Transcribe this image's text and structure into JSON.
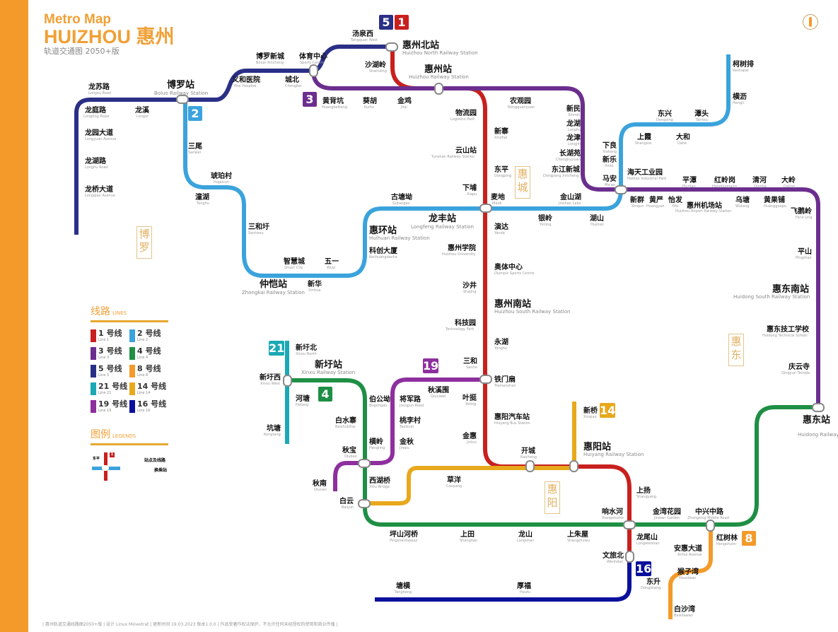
{
  "header": {
    "title_en": "Metro Map",
    "title_city": "HUIZHOU 惠州",
    "subtitle": "轨道交通图 2050+版",
    "compass_icon": "compass-north-icon"
  },
  "colors": {
    "line1": "#c8201e",
    "line2": "#3ba3dc",
    "line3": "#6b2e8e",
    "line4": "#1e8f44",
    "line5": "#2a2f86",
    "line8": "#f39a2b",
    "line21": "#1aa9b5",
    "line14": "#e8a81c",
    "line19": "#8e2f9e",
    "line16": "#0a109c",
    "accent": "#f39a2b"
  },
  "badges": {
    "l5": "5",
    "l1": "1",
    "l2": "2",
    "l3": "3",
    "l4": "4",
    "l21": "21",
    "l19": "19",
    "l14": "14",
    "l16": "16",
    "l8": "8"
  },
  "districts": {
    "huicheng": "惠城",
    "boluo": "博罗",
    "huidong": "惠东",
    "huiyang": "惠阳"
  },
  "stations": {
    "longsulu": {
      "zh": "龙苏路",
      "en": "Longsu Road"
    },
    "boluozhan": {
      "zh": "博罗站",
      "en": "Boluo Railway Station"
    },
    "longtinglu": {
      "zh": "龙庭路",
      "en": "Longting Road"
    },
    "longxi": {
      "zh": "龙溪",
      "en": "Longxi"
    },
    "longyuan": {
      "zh": "龙园大道",
      "en": "Longyuan Avenue"
    },
    "longhulu": {
      "zh": "龙湖路",
      "en": "Longhu Road"
    },
    "longqiao": {
      "zh": "龙桥大道",
      "en": "Longqiao Avenue"
    },
    "yihe": {
      "zh": "义和医院",
      "en": "Yihe Hospital"
    },
    "boluoxincheng": {
      "zh": "博罗新城",
      "en": "Boluo Xincheng"
    },
    "chengbei": {
      "zh": "城北",
      "en": "Chengbei"
    },
    "tiyu": {
      "zh": "体育中心",
      "en": "Sports Centre"
    },
    "tangquanxi": {
      "zh": "汤泉西",
      "en": "Tangquan West"
    },
    "huizhoubei": {
      "zh": "惠州北站",
      "en": "Huizhou North Railway Station"
    },
    "shahuling": {
      "zh": "沙湖岭",
      "en": "Shahuling"
    },
    "huizhouzhan": {
      "zh": "惠州站",
      "en": "Huizhou Railway Station"
    },
    "huangbeikeng": {
      "zh": "黄背坑",
      "en": "Huangbeikeng"
    },
    "kuihu": {
      "zh": "葵胡",
      "en": "Kuihu"
    },
    "jinji": {
      "zh": "金鸡",
      "en": "Jinji"
    },
    "wuliu": {
      "zh": "物流园",
      "en": "Logistics Park"
    },
    "nongguan": {
      "zh": "农观园",
      "en": "Nongguanyuan"
    },
    "xinzhai": {
      "zh": "新寨",
      "en": "Xinzhai"
    },
    "yunshan": {
      "zh": "云山站",
      "en": "Yunshan Railway Station"
    },
    "dongping": {
      "zh": "东平",
      "en": "Dongping"
    },
    "xiapu": {
      "zh": "下埔",
      "en": "Xiapu"
    },
    "maidi": {
      "zh": "麦地",
      "en": "Maidi"
    },
    "xinmin": {
      "zh": "新民",
      "en": "Xinmin"
    },
    "longhu": {
      "zh": "龙湖",
      "en": "Longhu"
    },
    "longjin": {
      "zh": "龙津",
      "en": "Longjin"
    },
    "changhuyuan": {
      "zh": "长湖苑",
      "en": "Changhuyuan"
    },
    "dongjiang": {
      "zh": "东江新城",
      "en": "Dongjiang Xincheng"
    },
    "xialiang": {
      "zh": "下良",
      "en": "Xialiang"
    },
    "xinle": {
      "zh": "新乐",
      "en": "Xinle"
    },
    "maan": {
      "zh": "马安",
      "en": "Ma'an"
    },
    "haitian": {
      "zh": "海天工业园",
      "en": "Haitian Industrial Park"
    },
    "jinshanhu": {
      "zh": "金山湖",
      "en": "Jinshan Lake"
    },
    "yinling": {
      "zh": "银岭",
      "en": "Yinling"
    },
    "hushan": {
      "zh": "湖山",
      "en": "Hushan"
    },
    "keshupai": {
      "zh": "柯树排",
      "en": "Keshupai"
    },
    "hengli": {
      "zh": "横沥",
      "en": "Hengli"
    },
    "dongxing": {
      "zh": "东兴",
      "en": "Dongxing"
    },
    "tantou": {
      "zh": "潭头",
      "en": "Tantou"
    },
    "shangxia": {
      "zh": "上霞",
      "en": "Shangxia"
    },
    "dahe": {
      "zh": "大和",
      "en": "Dahe"
    },
    "xinqun": {
      "zh": "新群",
      "en": "Xinqun"
    },
    "huangyan": {
      "zh": "黄严",
      "en": "Huangyan"
    },
    "yifa": {
      "zh": "怡发",
      "en": "Yifa"
    },
    "pingtan": {
      "zh": "平潭",
      "en": "Pingtan"
    },
    "airport": {
      "zh": "惠州机场站",
      "en": "Huizhou Airport Railway Station"
    },
    "honglinggang": {
      "zh": "红岭岗",
      "en": "Honglinggang"
    },
    "wutang": {
      "zh": "乌塘",
      "en": "Wutang"
    },
    "qinghe": {
      "zh": "清河",
      "en": "Qinghe"
    },
    "huangguopu": {
      "zh": "黄果铺",
      "en": "Huangguopu"
    },
    "daling": {
      "zh": "大岭",
      "en": "Daling"
    },
    "feieling": {
      "zh": "飞鹅岭",
      "en": "Fei'e Ling"
    },
    "pingshan": {
      "zh": "平山",
      "en": "Pingshan"
    },
    "huidongnan": {
      "zh": "惠东南站",
      "en": "Huidong South Railway Station"
    },
    "jigong": {
      "zh": "惠东技工学校",
      "en": "Huidong Technical School"
    },
    "qingyun": {
      "zh": "庆云寺",
      "en": "Qingyun Temple"
    },
    "huidongzhan": {
      "zh": "惠东站",
      "en": "Huidong Railway Station"
    },
    "sanwei": {
      "zh": "三尾",
      "en": "Sanwei"
    },
    "hupocun": {
      "zh": "琥珀村",
      "en": "Hupocun"
    },
    "tonghu": {
      "zh": "潼湖",
      "en": "Tonghu"
    },
    "sanhexu": {
      "zh": "三和圩",
      "en": "Sanhexu"
    },
    "zhihui": {
      "zh": "智慧城",
      "en": "Smart City"
    },
    "wuyi": {
      "zh": "五一",
      "en": "Wuyi"
    },
    "zhongkai": {
      "zh": "仲恺站",
      "en": "Zhongkai Railway Station"
    },
    "xinhua": {
      "zh": "新华",
      "en": "Xinhua"
    },
    "gutang": {
      "zh": "古塘坳",
      "en": "Gutangao"
    },
    "longfeng": {
      "zh": "龙丰站",
      "en": "Longfeng Railway Station"
    },
    "huihuan": {
      "zh": "惠环站",
      "en": "Huihuan Railway Station"
    },
    "kechuang": {
      "zh": "科创大厦",
      "en": "Kechuangdasha"
    },
    "yanda": {
      "zh": "演达",
      "en": "Yanda"
    },
    "xueyuan": {
      "zh": "惠州学院",
      "en": "Huizhou University"
    },
    "aoti": {
      "zh": "奥体中心",
      "en": "Olympic Sports Centre"
    },
    "shajing": {
      "zh": "沙井",
      "en": "Shajing"
    },
    "huizhounan": {
      "zh": "惠州南站",
      "en": "Huizhou South Railway Station"
    },
    "keji": {
      "zh": "科技园",
      "en": "Technology Park"
    },
    "yonghu": {
      "zh": "永湖",
      "en": "Yonghu"
    },
    "sanhe": {
      "zh": "三和",
      "en": "Sanhe"
    },
    "tiemen": {
      "zh": "铁门扇",
      "en": "Tiemenshan"
    },
    "yeting": {
      "zh": "叶挺",
      "en": "Yeting"
    },
    "huiyangqiche": {
      "zh": "惠阳汽车站",
      "en": "Huiyang Bus Station"
    },
    "jinhui": {
      "zh": "金惠",
      "en": "Jinhui"
    },
    "xinxubei": {
      "zh": "新圩北",
      "en": "Xinxu North"
    },
    "xinxuzhan": {
      "zh": "新圩站",
      "en": "Xinxu Railway Station"
    },
    "xinxuxi": {
      "zh": "新圩西",
      "en": "Xinxu West"
    },
    "hetang": {
      "zh": "河塘",
      "en": "Hetang"
    },
    "kengtang": {
      "zh": "坑塘",
      "en": "Kengtang"
    },
    "bogong": {
      "zh": "伯公坳",
      "en": "Bogongao"
    },
    "baishui": {
      "zh": "白水寨",
      "en": "Baishuizhai"
    },
    "hengling": {
      "zh": "横岭",
      "en": "Hengling"
    },
    "qiubao": {
      "zh": "秋宝",
      "en": "Qiubao"
    },
    "qiunan": {
      "zh": "秋南",
      "en": "Qiunan"
    },
    "xihuqiao": {
      "zh": "西湖桥",
      "en": "Xihu Bridge"
    },
    "baiyun": {
      "zh": "白云",
      "en": "Baiyun"
    },
    "jiangjun": {
      "zh": "将军路",
      "en": "Jiangjun Road"
    },
    "taolicun": {
      "zh": "桃李村",
      "en": "Taolicun"
    },
    "jinqiu": {
      "zh": "金秋",
      "en": "Jinqiu"
    },
    "qiuxi": {
      "zh": "秋溪围",
      "en": "Qiuxiwei"
    },
    "caoyang": {
      "zh": "草洋",
      "en": "Caoyang"
    },
    "kaicheng": {
      "zh": "开城",
      "en": "Kaicheng"
    },
    "xinqiao": {
      "zh": "新桥",
      "en": "Xinqiao"
    },
    "huiyangzhan": {
      "zh": "惠阳站",
      "en": "Huiyang Railway Station"
    },
    "shangyang": {
      "zh": "上扬",
      "en": "Shangyang"
    },
    "xiangshui": {
      "zh": "响水河",
      "en": "Xiangshuihe"
    },
    "jinwan": {
      "zh": "金湾花园",
      "en": "Jinwan Garden"
    },
    "zhongxing": {
      "zh": "中兴中路",
      "en": "Zhongxing Middle Road"
    },
    "pingshanhe": {
      "zh": "坪山河桥",
      "en": "Pingshanheqiao"
    },
    "shangtian": {
      "zh": "上田",
      "en": "Shangtian"
    },
    "longshan": {
      "zh": "龙山",
      "en": "Longshan"
    },
    "shangzhu": {
      "zh": "上朱屋",
      "en": "Shangzhuwu"
    },
    "longweishan": {
      "zh": "龙尾山",
      "en": "Longweishan"
    },
    "wenlv": {
      "zh": "文旅北",
      "en": "Wenlvbei"
    },
    "hongshulin": {
      "zh": "红树林",
      "en": "Hongshulin"
    },
    "anhui": {
      "zh": "安惠大道",
      "en": "Anhui Avenue"
    },
    "houziwan": {
      "zh": "猴子湾",
      "en": "Houziwan"
    },
    "dongsheng": {
      "zh": "东升",
      "en": "Dongsheng"
    },
    "baishawan": {
      "zh": "白沙湾",
      "en": "Baishawan"
    },
    "tangheng": {
      "zh": "塘横",
      "en": "Tangheng"
    },
    "houfu": {
      "zh": "厚福",
      "en": "Houfu"
    }
  },
  "legend": {
    "lines_title": "线路",
    "lines_title_en": "LINES",
    "lines": [
      {
        "label": "1 号线",
        "sub": "Line 1",
        "color": "#c8201e"
      },
      {
        "label": "2 号线",
        "sub": "Line 2",
        "color": "#3ba3dc"
      },
      {
        "label": "3 号线",
        "sub": "Line 3",
        "color": "#6b2e8e"
      },
      {
        "label": "4 号线",
        "sub": "Line 4",
        "color": "#1e8f44"
      },
      {
        "label": "5 号线",
        "sub": "Line 5",
        "color": "#2a2f86"
      },
      {
        "label": "8 号线",
        "sub": "Line 8",
        "color": "#f39a2b"
      },
      {
        "label": "21 号线",
        "sub": "Line 21",
        "color": "#1aa9b5"
      },
      {
        "label": "14 号线",
        "sub": "Line 14",
        "color": "#e8a81c"
      },
      {
        "label": "19 号线",
        "sub": "Line 19",
        "color": "#8e2f9e"
      },
      {
        "label": "16 号线",
        "sub": "Line 16",
        "color": "#0a109c"
      }
    ],
    "legends_title": "图例",
    "legends_title_en": "LEGENDS",
    "sample_station": "东平",
    "sample_badge": "1",
    "station_and_line": "站点及线路",
    "interchange": "换乘站"
  },
  "footer": "| 惠州轨道交通线路图2050+版 | 设计 Linux Minestrat | 更新时间 19.03.2023 版本1.0.0 | 作品受著作权法保护，不允许任何未经授权的使用和商业传播 |"
}
